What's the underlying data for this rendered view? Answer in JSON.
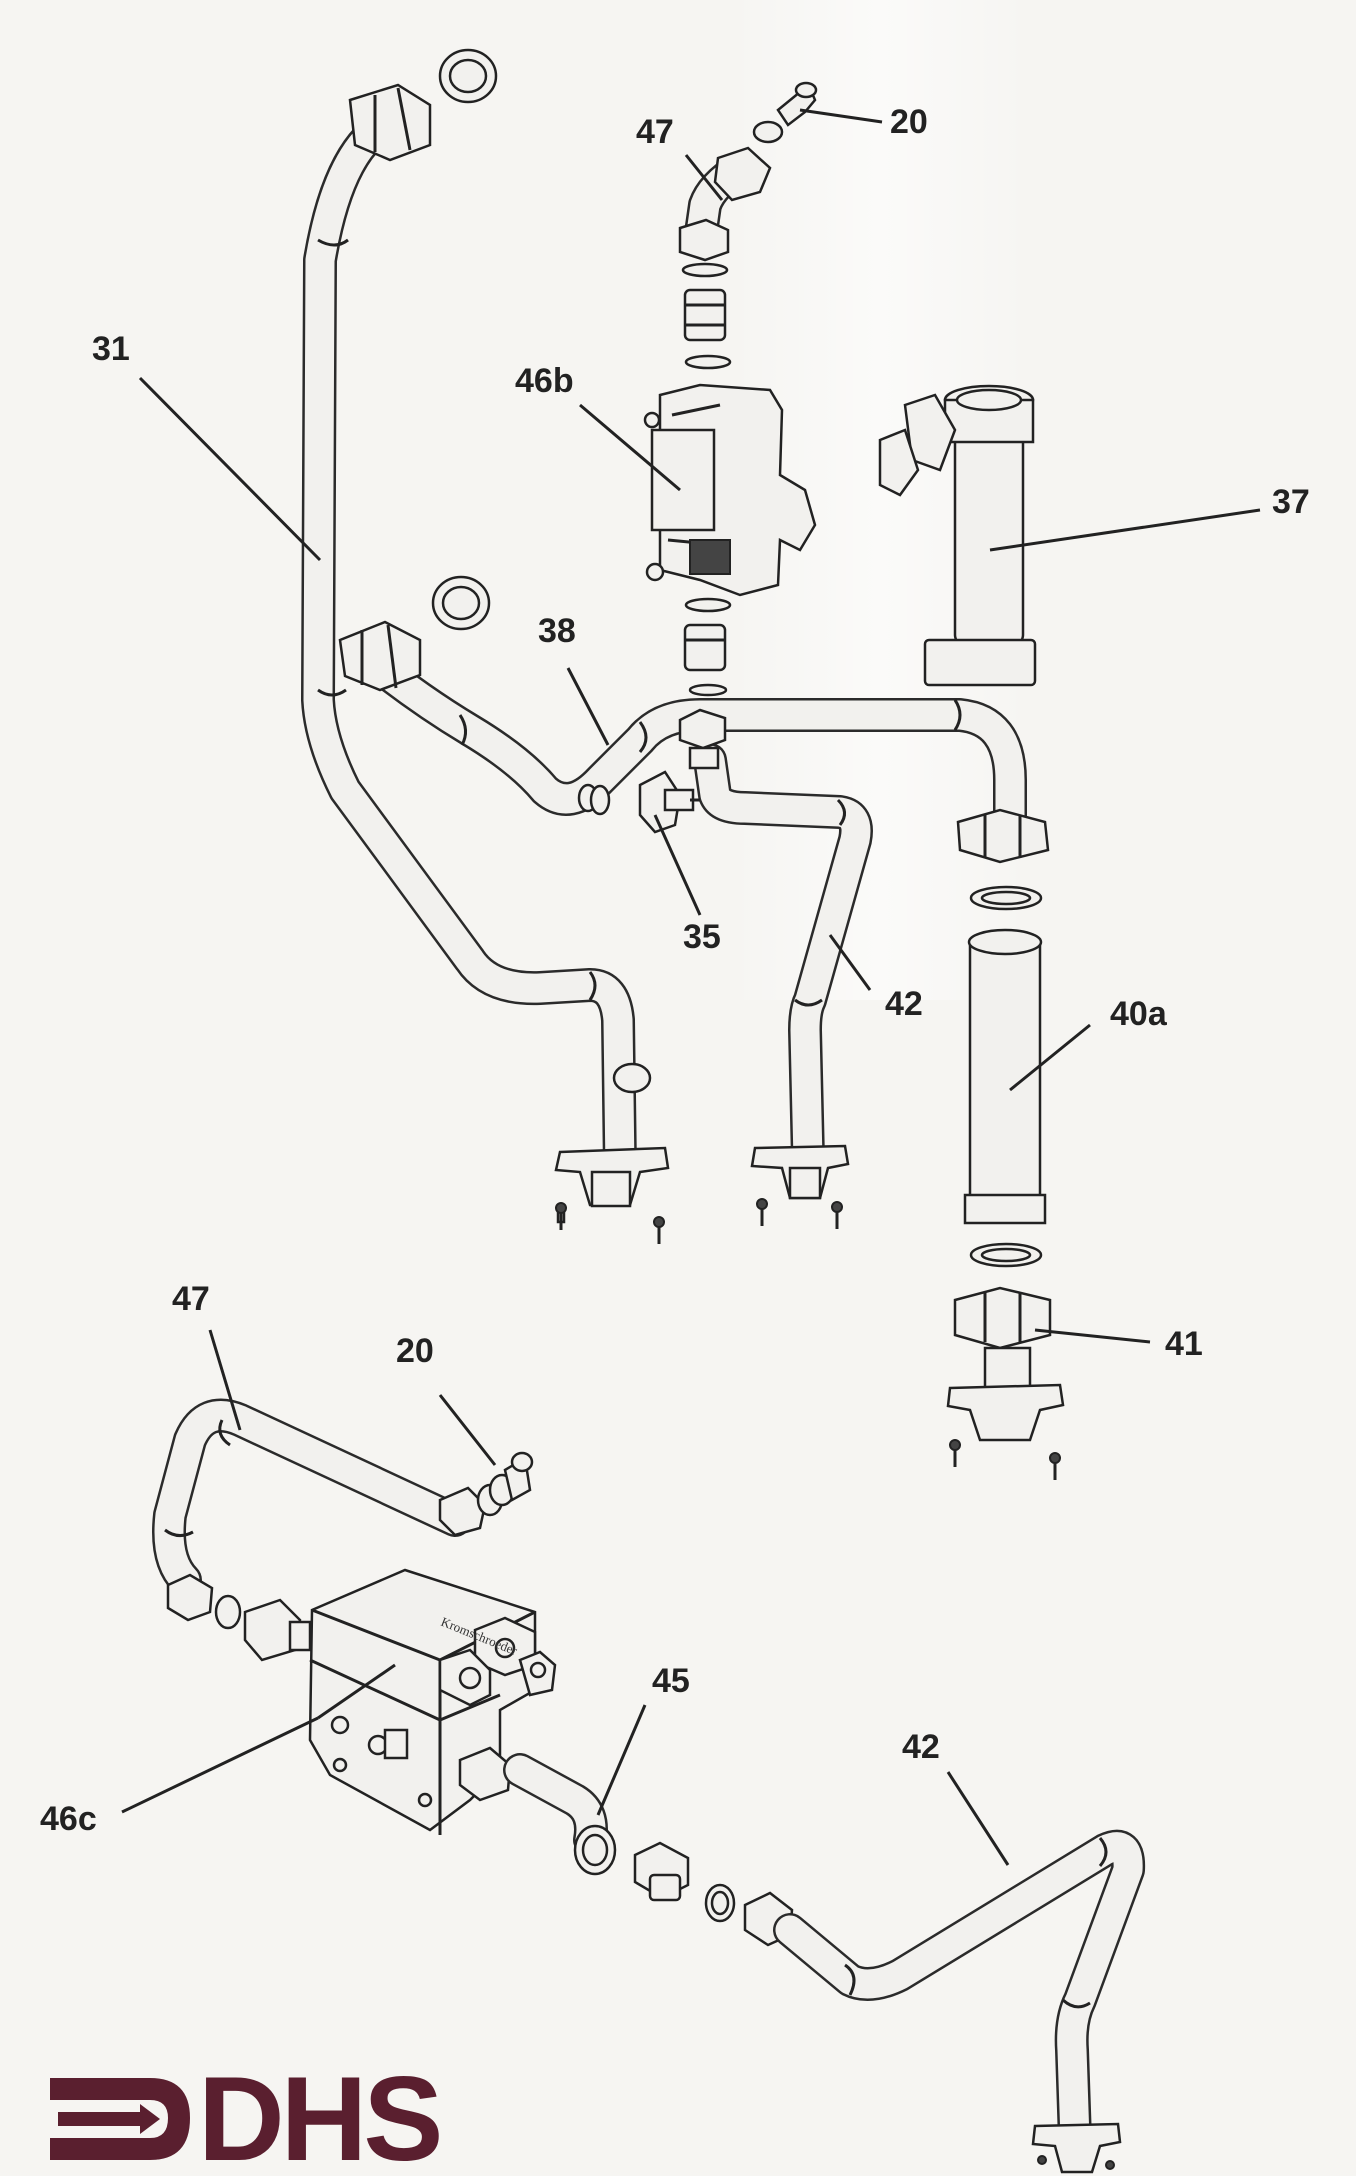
{
  "diagram": {
    "callouts": {
      "c31": "31",
      "c47_top": "47",
      "c20_top": "20",
      "c46b": "46b",
      "c37": "37",
      "c38": "38",
      "c35": "35",
      "c42_top": "42",
      "c40a": "40a",
      "c41": "41",
      "c47_bottom": "47",
      "c20_bottom": "20",
      "c45": "45",
      "c42_bottom": "42",
      "c46c": "46c"
    },
    "valve_stamp": "Kromschroeder"
  },
  "logo": {
    "text": "DHS",
    "color": "#5a1f2f"
  }
}
